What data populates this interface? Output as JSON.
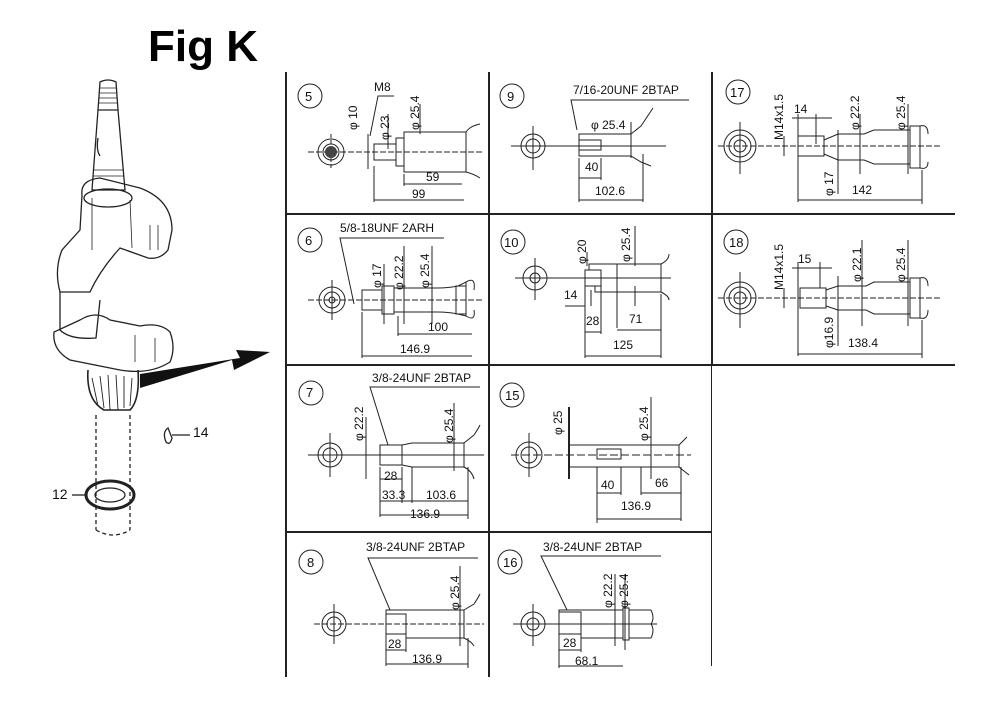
{
  "figure_title": "Fig K",
  "exploded_view": {
    "callouts": [
      {
        "id": "14",
        "label": "14"
      },
      {
        "id": "12",
        "label": "12"
      }
    ]
  },
  "variants": [
    {
      "id": "5",
      "label": "5",
      "thread": "M8",
      "dims": {
        "d1": "φ 10",
        "d2": "φ 23",
        "d3": "φ 25.4",
        "len_a": "59",
        "len_total": "99"
      }
    },
    {
      "id": "9",
      "label": "9",
      "thread": "7/16-20UNF 2BTAP",
      "dims": {
        "d1": "φ 25.4",
        "len_a": "40",
        "len_total": "102.6"
      }
    },
    {
      "id": "17",
      "label": "17",
      "thread": "M14x1.5",
      "dims": {
        "len_a": "14",
        "d1": "φ 17",
        "d2": "φ 22.2",
        "d3": "φ 25.4",
        "len_total": "142"
      }
    },
    {
      "id": "6",
      "label": "6",
      "thread": "5/8-18UNF 2ARH",
      "dims": {
        "d1": "φ 17",
        "d2": "φ 22.2",
        "d3": "φ 25.4",
        "len_a": "100",
        "len_total": "146.9"
      }
    },
    {
      "id": "10",
      "label": "10",
      "dims": {
        "d1": "φ 20",
        "d2": "φ 25.4",
        "len_a": "14",
        "len_b": "28",
        "len_c": "71",
        "len_total": "125"
      }
    },
    {
      "id": "18",
      "label": "18",
      "thread": "M14x1.5",
      "dims": {
        "len_a": "15",
        "d1": "φ16.9",
        "d2": "φ 22.1",
        "d3": "φ 25.4",
        "len_total": "138.4"
      }
    },
    {
      "id": "7",
      "label": "7",
      "thread": "3/8-24UNF 2BTAP",
      "dims": {
        "d1": "φ 22.2",
        "d2": "φ 25.4",
        "len_a": "28",
        "len_b": "33.3",
        "len_c": "103.6",
        "len_total": "136.9"
      }
    },
    {
      "id": "15",
      "label": "15",
      "dims": {
        "d1": "φ 25",
        "d2": "φ 25.4",
        "len_a": "40",
        "len_b": "66",
        "len_total": "136.9"
      }
    },
    {
      "id": "8",
      "label": "8",
      "thread": "3/8-24UNF 2BTAP",
      "dims": {
        "d1": "φ 25.4",
        "len_a": "28",
        "len_total": "136.9"
      }
    },
    {
      "id": "16",
      "label": "16",
      "thread": "3/8-24UNF 2BTAP",
      "dims": {
        "d1": "φ 22.2",
        "d2": "φ 25.4",
        "len_a": "28",
        "len_total": "68.1"
      }
    }
  ]
}
